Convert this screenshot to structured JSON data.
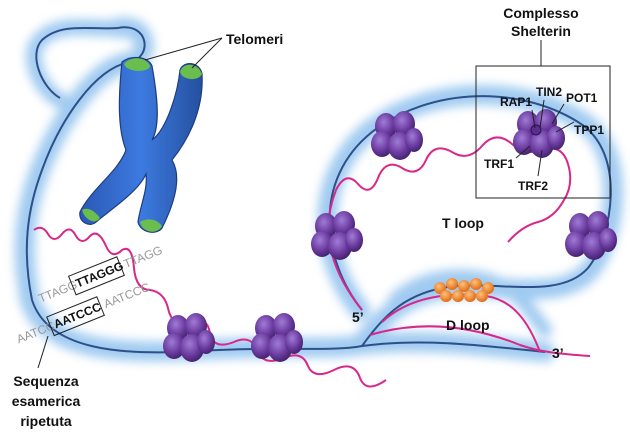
{
  "labels": {
    "telomeri": "Telomeri",
    "shelterin_line1": "Complesso",
    "shelterin_line2": "Shelterin",
    "t_loop": "T loop",
    "d_loop": "D loop",
    "five_prime": "5’",
    "three_prime": "3’",
    "sequence_line1": "Sequenza",
    "sequence_line2": "esamerica",
    "sequence_line3": "ripetuta"
  },
  "proteins": {
    "rap1": "RAP1",
    "tin2": "TIN2",
    "pot1": "POT1",
    "tpp1": "TPP1",
    "trf1": "TRF1",
    "trf2": "TRF2"
  },
  "sequences": {
    "upper_prefix": "TTAGG",
    "upper_bold": "TTAGGG",
    "upper_suffix": "TTAGG",
    "lower_prefix": "AATCC",
    "lower_bold": "AATCCC",
    "lower_suffix": "AATCCC"
  },
  "colors": {
    "halo": "#8fc1ee",
    "dna_blue": "#2d4f8a",
    "dna_pink": "#d8288a",
    "chromosome": "#2f66c7",
    "telomere_tip": "#69be4e",
    "nucleosome": "#6a3a9e",
    "dloop_beads": "#f07a1e"
  }
}
